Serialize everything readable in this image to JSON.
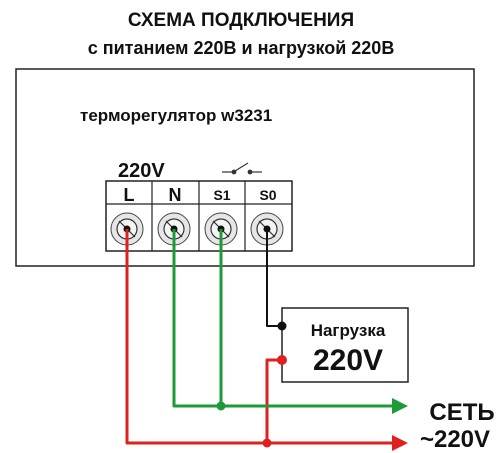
{
  "header": {
    "line1": "СХЕМА ПОДКЛЮЧЕНИЯ",
    "line2": "с питанием 220В и нагрузкой 220В"
  },
  "device": {
    "name": "терморегулятор w3231",
    "power_label": "220V",
    "terminals": [
      "L",
      "N",
      "S1",
      "S0"
    ],
    "switch_icon": "relay-switch-icon"
  },
  "load": {
    "title": "Нагрузка",
    "voltage": "220V"
  },
  "network": {
    "line1": "СЕТЬ",
    "line2": "~220V"
  },
  "colors": {
    "red_wire": "#e0201c",
    "green_wire": "#1e9a3a",
    "black_wire": "#111111",
    "terminal_fill": "#e6e6e6"
  }
}
